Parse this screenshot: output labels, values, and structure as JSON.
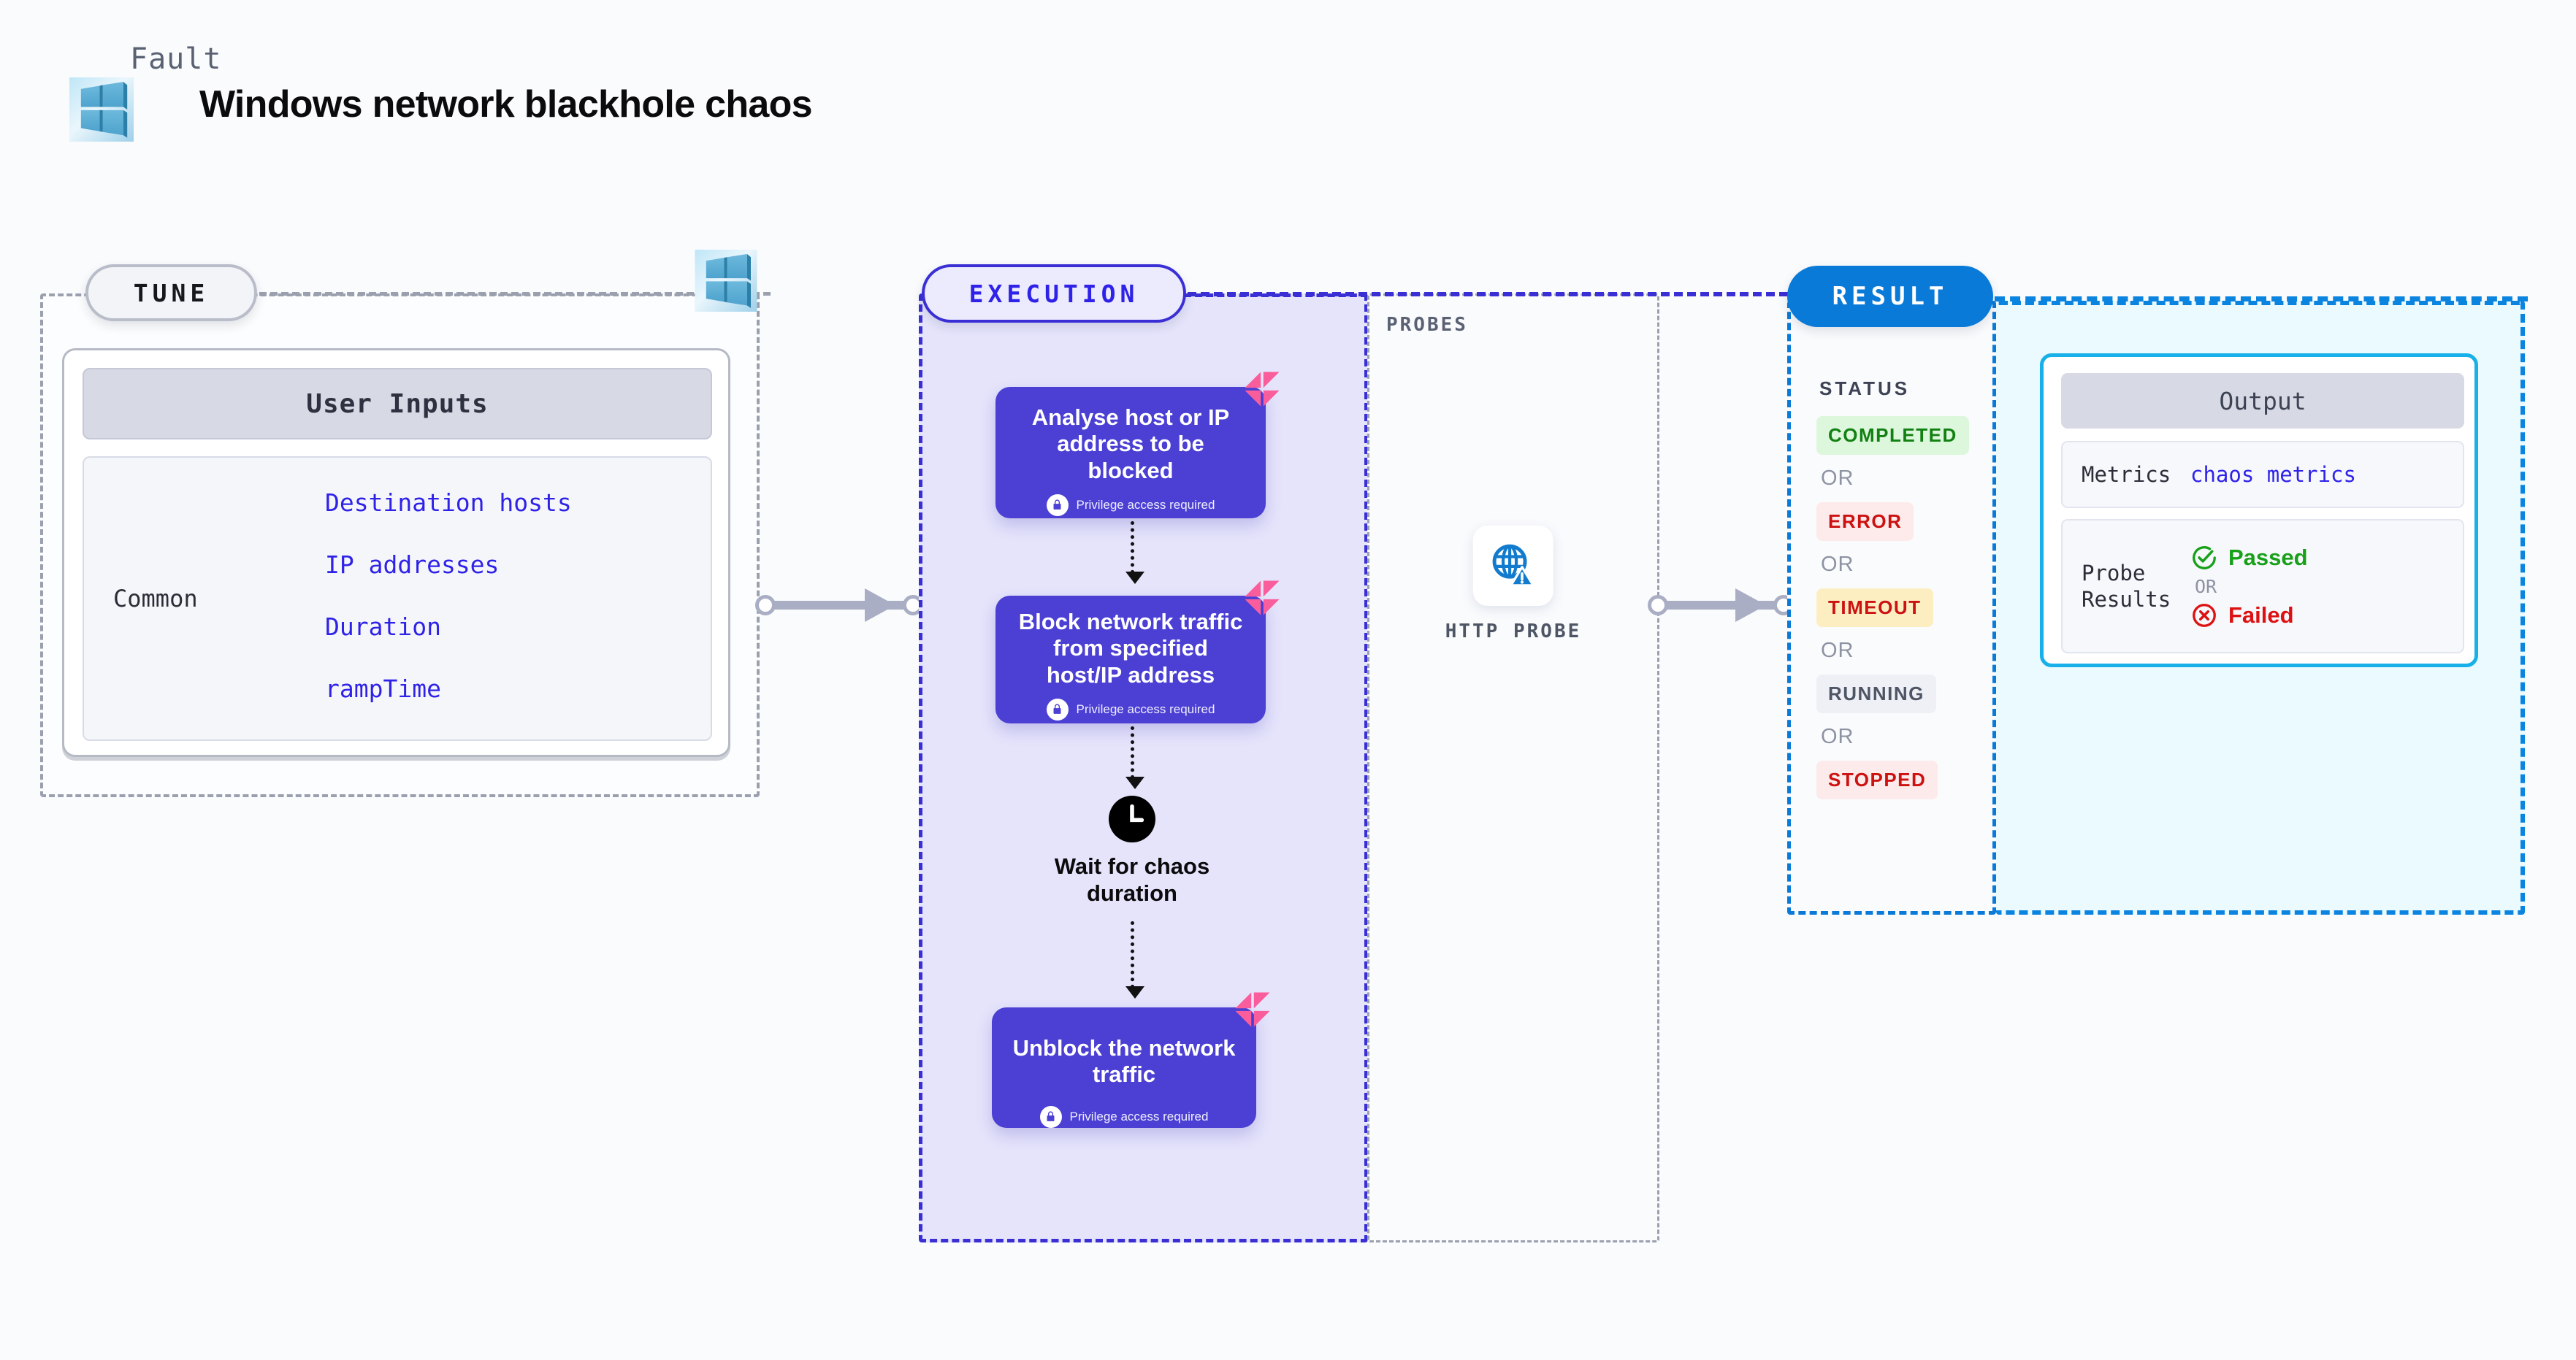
{
  "header": {
    "kicker": "Fault",
    "title": "Windows network blackhole chaos",
    "logo_icon": "windows-logo-icon"
  },
  "tune": {
    "pill_label": "TUNE",
    "platform_icon": "windows-logo-icon",
    "card": {
      "header": "User Inputs",
      "group_label": "Common",
      "inputs": [
        "Destination hosts",
        "IP addresses",
        "Duration",
        "rampTime"
      ]
    }
  },
  "execution": {
    "pill_label": "EXECUTION",
    "steps": [
      {
        "title": "Analyse host or IP address to be blocked",
        "privilege_note": "Privilege access required",
        "lock_icon": "lock-icon",
        "badge_icon": "litmus-logo-icon"
      },
      {
        "title": "Block network traffic from specified host/IP address",
        "privilege_note": "Privilege access required",
        "lock_icon": "lock-icon",
        "badge_icon": "litmus-logo-icon"
      },
      {
        "title": "Unblock the network traffic",
        "privilege_note": "Privilege access required",
        "lock_icon": "lock-icon",
        "badge_icon": "litmus-logo-icon"
      }
    ],
    "wait": {
      "icon": "clock-icon",
      "label": "Wait for chaos duration"
    }
  },
  "probes": {
    "section_label": "PROBES",
    "items": [
      {
        "label": "HTTP PROBE",
        "icon": "globe-warning-icon"
      }
    ]
  },
  "result": {
    "pill_label": "RESULT",
    "status_label": "STATUS",
    "or_text": "OR",
    "statuses": [
      {
        "text": "COMPLETED",
        "fg": "#128012",
        "bg": "#ddf7dc"
      },
      {
        "text": "ERROR",
        "fg": "#cc1111",
        "bg": "#fdeaea"
      },
      {
        "text": "TIMEOUT",
        "fg": "#cc1111",
        "bg": "#fdeec2"
      },
      {
        "text": "RUNNING",
        "fg": "#4e5565",
        "bg": "#eff0f6"
      },
      {
        "text": "STOPPED",
        "fg": "#cc1111",
        "bg": "#fdeaea"
      }
    ],
    "output": {
      "header": "Output",
      "rows": [
        {
          "key": "Metrics",
          "value": "chaos metrics"
        },
        {
          "key": "Probe Results"
        }
      ],
      "probe_results": {
        "passed": {
          "text": "Passed",
          "color": "#18a018",
          "icon": "check-circle-icon"
        },
        "or_text": "OR",
        "failed": {
          "text": "Failed",
          "color": "#dd1111",
          "icon": "x-circle-icon"
        }
      }
    }
  },
  "connectors": [
    {
      "name": "tune-to-execution"
    },
    {
      "name": "probes-to-result"
    }
  ],
  "colors": {
    "accent_purple": "#4b3fd4",
    "accent_blue": "#0a7ad8",
    "accent_cyan": "#18b0e8",
    "litmus_pink": "#fa5d9b",
    "input_text": "#2f22e8"
  }
}
